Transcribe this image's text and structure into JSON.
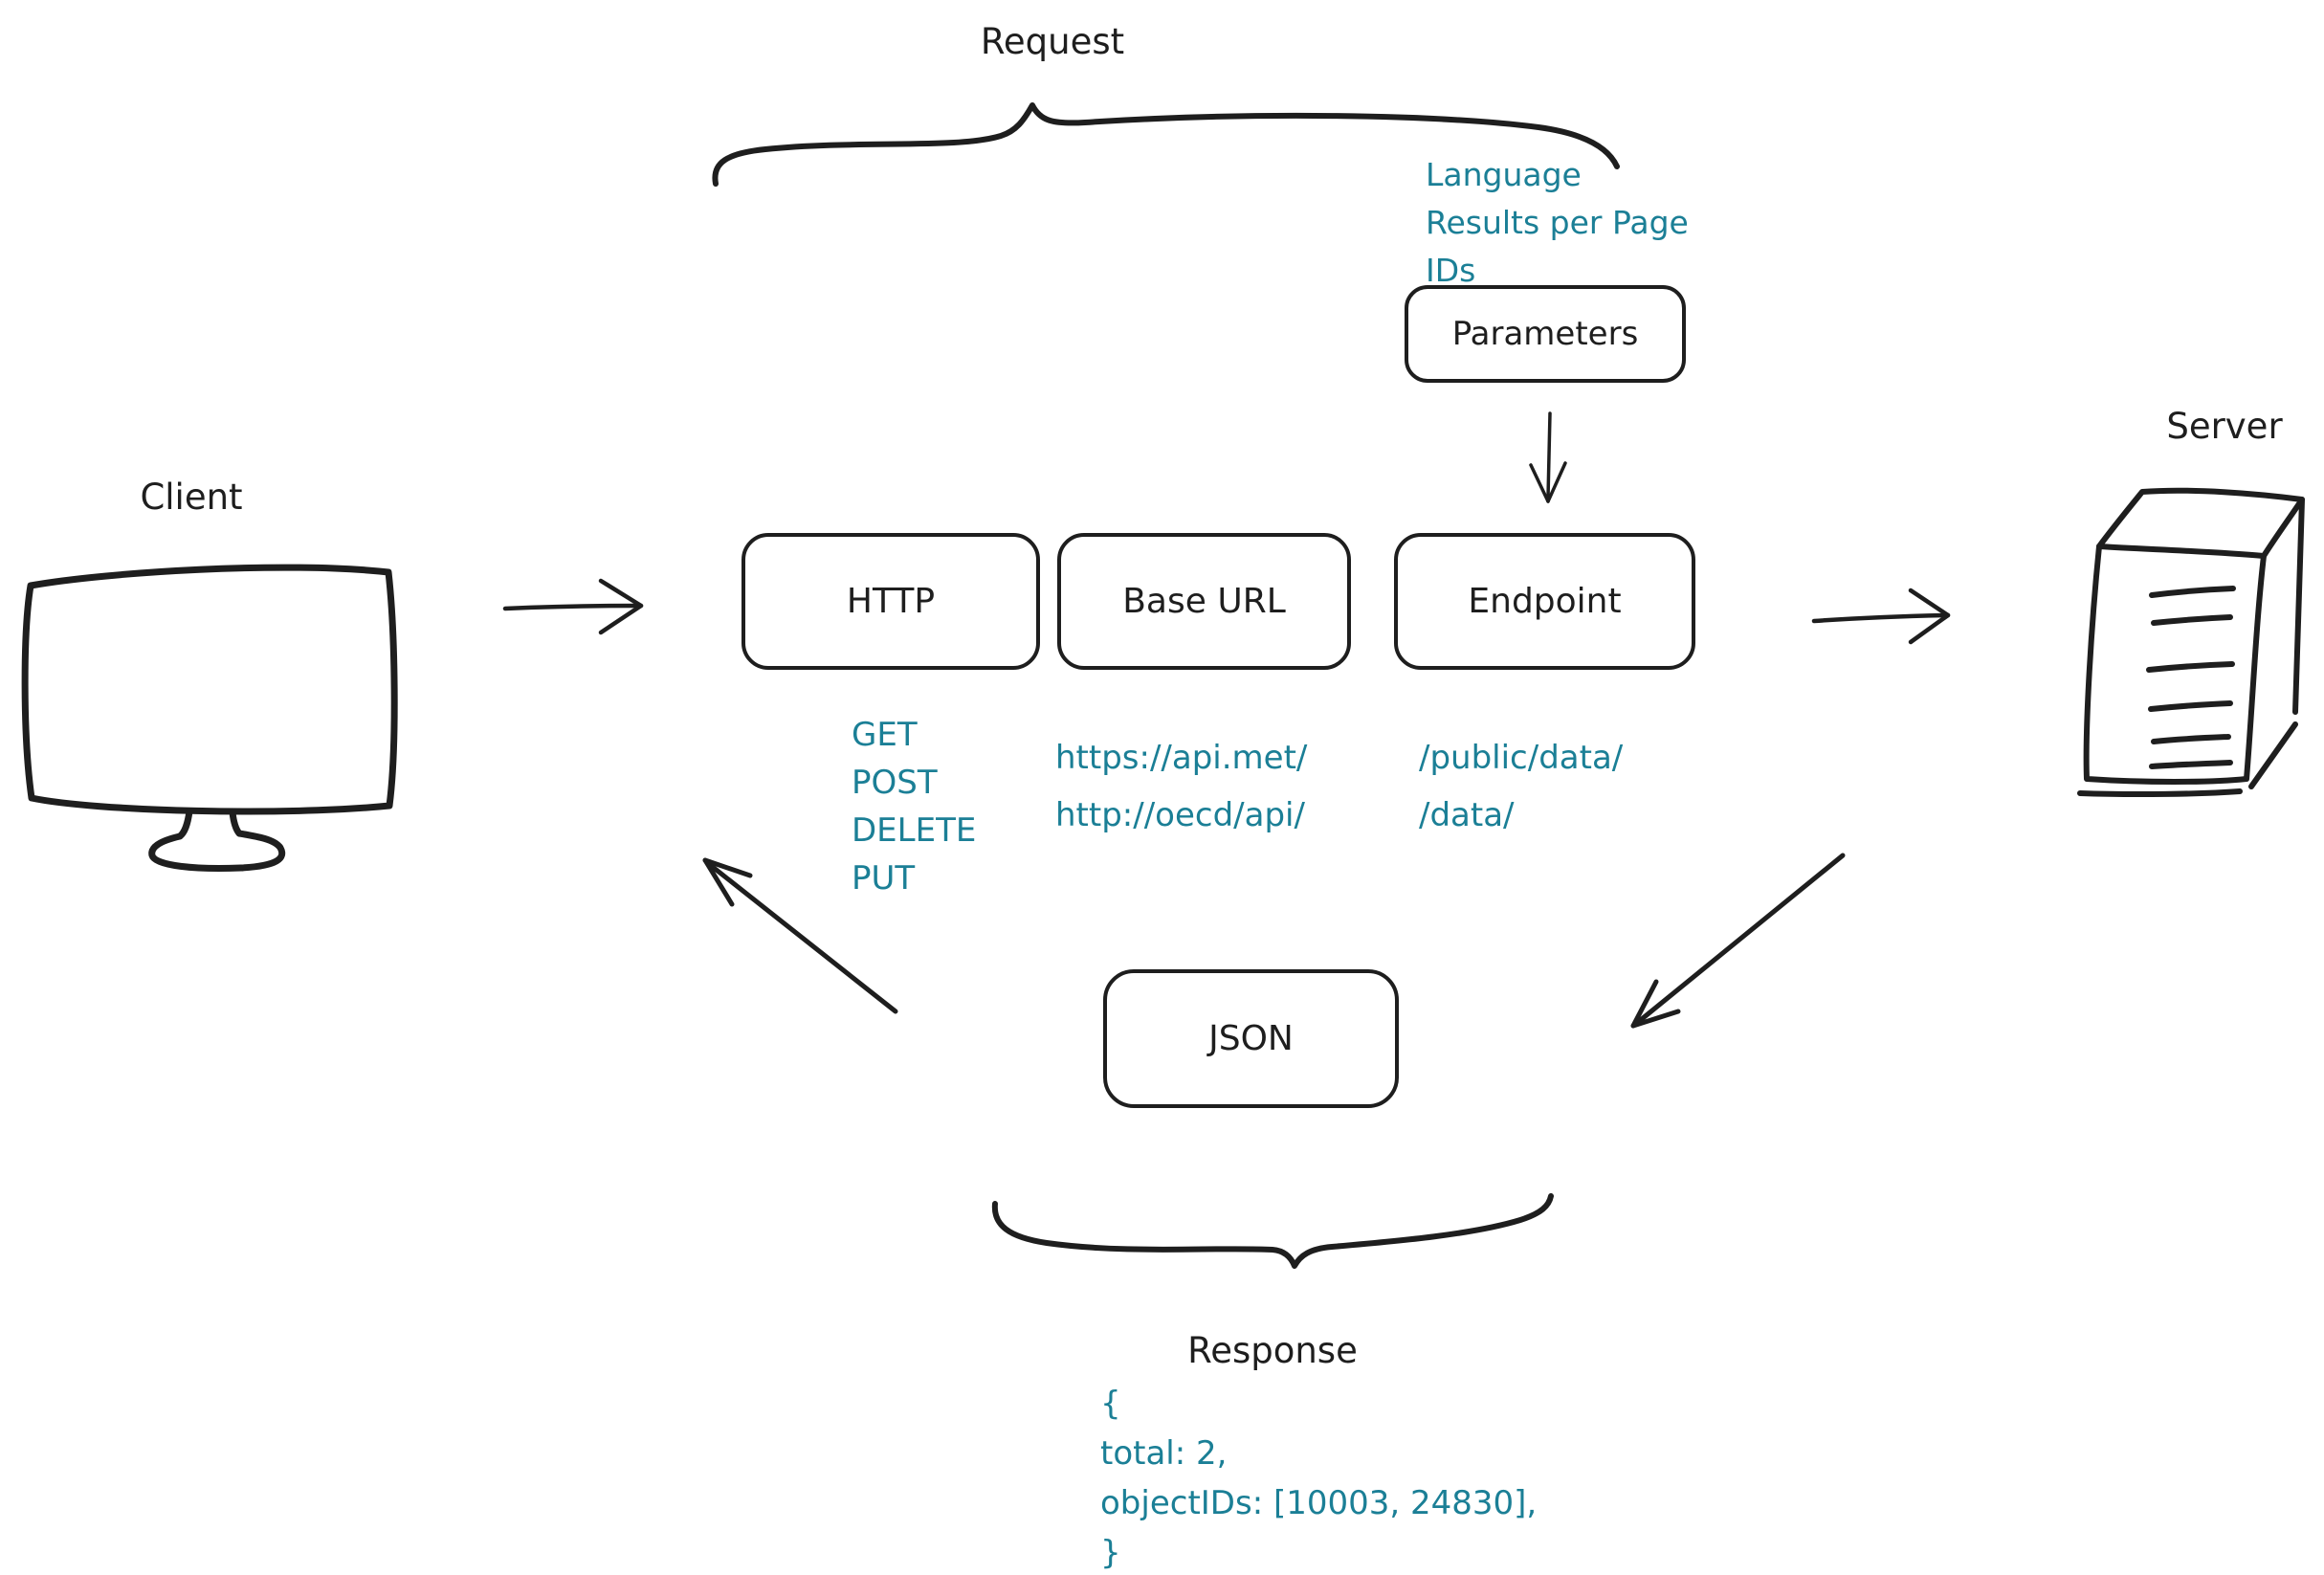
{
  "diagram": {
    "request_title": "Request",
    "response_title": "Response",
    "client_label": "Client",
    "server_label": "Server",
    "colors": {
      "ink": "#1e1e1e",
      "accent_teal": "#1b7f96",
      "background": "#ffffff"
    },
    "nodes": {
      "http": {
        "label": "HTTP"
      },
      "base_url": {
        "label": "Base URL"
      },
      "endpoint": {
        "label": "Endpoint"
      },
      "parameters": {
        "label": "Parameters"
      },
      "json": {
        "label": "JSON"
      }
    },
    "annotations": {
      "parameter_examples": [
        "Language",
        "Results per Page",
        "IDs"
      ],
      "http_methods": [
        "GET",
        "POST",
        "DELETE",
        "PUT"
      ],
      "base_url_examples": [
        "https://api.met/",
        "http://oecd/api/"
      ],
      "endpoint_examples": [
        "/public/data/",
        "/data/"
      ],
      "response_json_lines": [
        "{",
        "total: 2,",
        "objectIDs: [10003, 24830],",
        "}"
      ]
    }
  }
}
